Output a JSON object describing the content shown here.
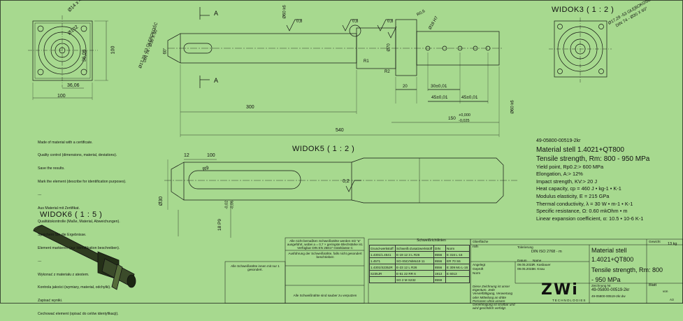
{
  "views": {
    "widok3": "WIDOK3 ( 1 : 2 )",
    "widok5": "WIDOK5 ( 1 : 2 )",
    "widok6": "WIDOK6 ( 1 : 5 )"
  },
  "dims": {
    "d_1": "Ø14 x 4",
    "d_2": "Ø102",
    "d_3": "100",
    "d_4": "36,06",
    "d_5": "36,06",
    "d_6": "100",
    "d_7": "60°",
    "d_8": "Ø17,29 -53 GŁĘBOKOŚĆ",
    "d_9": "DIN 74 - Ø30 X 60°",
    "d_10": "300",
    "d_11": "540",
    "d_12": "A",
    "d_13": "A",
    "d_14": "Ø60 k6",
    "d_15": "0,8",
    "d_16": "0,8",
    "d_17": "R0,6",
    "d_18": "Ø18 H7",
    "d_19": "0,8",
    "d_20": "Ø70",
    "d_21": "R1",
    "d_22": "R2",
    "d_23": "20",
    "d_24": "30±0,01",
    "d_25": "45±0,01",
    "d_26": "45±0,01",
    "d_27": "150",
    "d_28": "+0,000",
    "d_29": "-0,025",
    "d_30": "Ø60 k6",
    "d_31": "Ø17,29 -53 GŁĘBOKOŚĆ",
    "d_32": "DIN 74 - Ø30 X 60°",
    "d_33": "12",
    "d_34": "100",
    "d_35": "R9",
    "d_36": "0,2",
    "d_37": "Ø30",
    "d_38": "18 P9",
    "d_39": "-0,02",
    "d_40": "-0,06"
  },
  "notes": [
    "Made of material with a certificate.",
    "Quality control (dimensions, material, deviations).",
    "Save the results.",
    "Mark the element (describe for identification purposes).",
    "---",
    "Aus Material mit Zertifikat.",
    "Qualitätskontrolle (Maße, Material, Abweichungen).",
    "Speichern Sie die Ergebnisse.",
    "Element markieren (zur Identifikation beschreiben).",
    "---",
    "Wykonać z materiału z atestem.",
    "Kontrola jakości (wymiary, materiał, odchyłki).",
    "Zapisać wyniki.",
    "Cechować element (opisać do celów identyfikacji)."
  ],
  "spec": {
    "code": "49-05800-00519-2kr",
    "material": "Material stell 1.4021+QT800",
    "tensile": "Tensile strength, Rm: 800 - 950 MPa",
    "lines": [
      "Yield point, Rp0.2:> 600 MPa",
      "Elongation, A:> 12%",
      "Impact strength, KV:> 20 J",
      "Heat capacity, cp = 460 J • kg-1 • K-1",
      "Modulus elasticity, E = 215 GPa",
      "Thermal conductivity, λ = 30 W • m-1 • K-1",
      "Specific resistance, Ω: 0.60 mkOhm • m",
      "Linear expansion coefficient, α: 10.5 • 10-6 K-1"
    ]
  },
  "weld": {
    "header": "Schweißrichtlinien",
    "col1": "Grund-werkstoff",
    "col2": "Schweiß-Zusatzwerkstoff",
    "col3": "DIN",
    "col4": "Norm",
    "rows": [
      [
        "1.4301/1.4541",
        "E-19 12 3 L R26",
        "8556",
        "E 316 L-16"
      ],
      [
        "1.4571",
        "SG-X5CrNiMo19 11",
        "8556",
        "ER 70 S6"
      ],
      [
        "1.4301/S235JR",
        "E-23 12 L R26",
        "8556",
        "E 309 Mo L-16"
      ],
      [
        "S235JR",
        "E-51 22 RR 6",
        "1913",
        "E 6013"
      ],
      [
        "",
        "SG 2 M S232",
        "8559",
        ""
      ]
    ],
    "note_top": "Alle nicht bemaßten Schweißnähte werden mit \"a\" ausgeführt, wobei a = 0,7 × geringste Blechstärke ist.",
    "note_din": "Verfügbar DIN EN 25817 Güteklasse C",
    "note_exec": "Ausführung der Schweißnähte, falls nicht gesondert beschrieben",
    "note_gr": "Alle Schweißnähte innen mit nur 1 gesondert.",
    "note_lower": "Alle Schweißnähte sind sauber zu verputzen"
  },
  "title_block": {
    "surface": "Oberfläche",
    "surface_val": "roh",
    "tol": "Tolerierung",
    "tol_val": "DIN ISO 2768 - m",
    "material_lbl": "Material stell",
    "material_val": "1.4021+QT800",
    "tensile_val": "Tensile strength, Rm: 800",
    "tensile_val2": "- 950 MPa",
    "mass_lbl": "Gewicht",
    "mass_val": "13 kg",
    "angelegt": "Angelegt",
    "geprueft": "Geprüft",
    "norm": "Norm",
    "date1": "09.05.2022",
    "date2": "09.05.2022",
    "name1": "R. Kasbauer",
    "name2": "M. Knau",
    "datum": "Datum",
    "name": "Name",
    "zeichnung": "Zeichnung Nr.",
    "drawing_no": "49-05800-00519-2kr",
    "file": "49-05800-00519-2kr.dw",
    "blatt": "Blatt",
    "blatt_val": "von",
    "size": "A3",
    "copyright": "Diese Zeichnung ist unser Eigentum. Jede Vervielfältigung, Verwertung oder Mitteilung an dritte Personen ohne unsere Genehmigung ist strafbar und wird gerichtlich verfolgt.",
    "logo": "ZWi",
    "logo_sub": "TECHNOLOGIES"
  }
}
